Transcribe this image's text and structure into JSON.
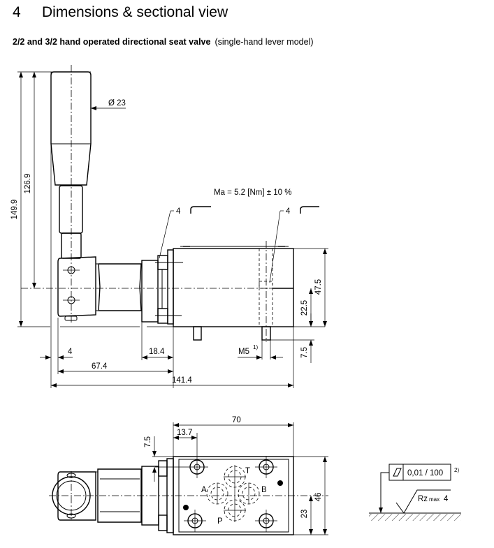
{
  "header": {
    "number": "4",
    "title": "Dimensions & sectional view"
  },
  "subtitle": {
    "main": "2/2 and 3/2 hand operated directional seat valve",
    "note": "(single-hand lever model)"
  },
  "side_view": {
    "diameter": "Ø 23",
    "height_total": "149.9",
    "height_lever": "126.9",
    "torque": "Ma = 5.2 [Nm] ± 10 %",
    "item_label_left": "4",
    "item_label_right": "4",
    "dim_4": "4",
    "dim_18_4": "18.4",
    "dim_67_4": "67.4",
    "dim_141_4": "141.4",
    "thread": "M5",
    "thread_note": "1)",
    "dim_47_5": "47.5",
    "dim_22_5": "22.5",
    "dim_7_5": "7.5"
  },
  "top_view": {
    "dim_70": "70",
    "dim_13_7": "13.7",
    "dim_7_5": "7.5",
    "dim_46": "46",
    "dim_23": "23",
    "ports": {
      "T": "T",
      "A": "A",
      "B": "B",
      "P": "P"
    }
  },
  "surface_spec": {
    "flatness": "0,01 / 100",
    "flatness_note": "2)",
    "roughness_rz": "Rz",
    "roughness_max": "max",
    "roughness_value": "4"
  }
}
